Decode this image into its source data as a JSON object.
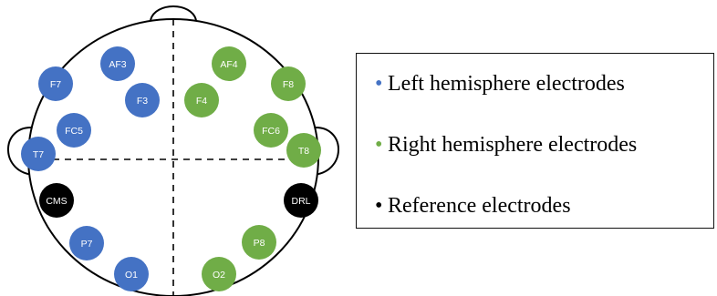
{
  "colors": {
    "left": "#4472c4",
    "right": "#70ad47",
    "reference": "#000000"
  },
  "electrodes": {
    "left": [
      "AF3",
      "F7",
      "F3",
      "FC5",
      "T7",
      "P7",
      "O1"
    ],
    "right": [
      "AF4",
      "F8",
      "F4",
      "FC6",
      "T8",
      "P8",
      "O2"
    ],
    "reference": [
      "CMS",
      "DRL"
    ]
  },
  "legend": {
    "left": "Left hemisphere electrodes",
    "right": "Right hemisphere electrodes",
    "reference": "Reference electrodes",
    "bullet": "•"
  }
}
